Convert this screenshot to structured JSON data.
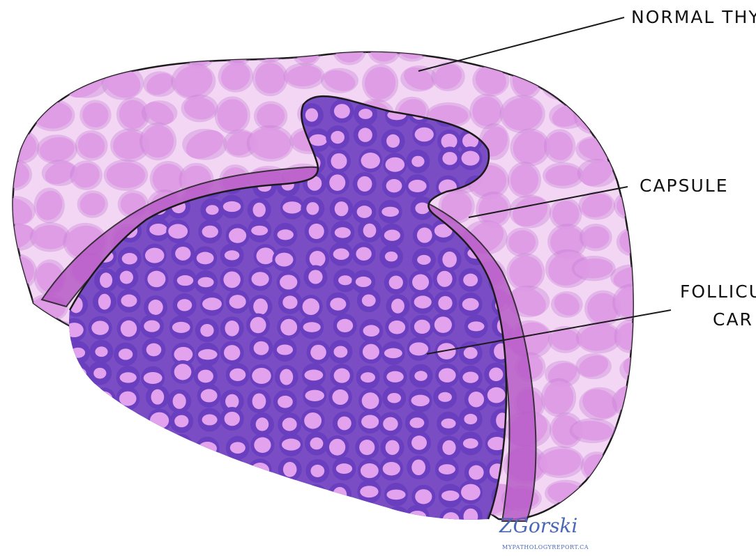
{
  "labels": {
    "normal": "NORMAL THY",
    "capsule": "CAPSULE",
    "follicular_1": "FOLLICU",
    "follicular_2": "CAR"
  },
  "signature": {
    "name": "ZGorski",
    "site": "MYPATHOLOGYREPORT.CA"
  },
  "colors": {
    "normal_tissue": "#f3d6f4",
    "normal_follicle": "#df9ae6",
    "colloid_spot": "#c27ad0",
    "capsule": "#b85cc8",
    "tumor_bg": "#7a4dc4",
    "tumor_cell": "#6a3fbf",
    "tumor_follicle": "#e3a2ee",
    "outline": "#1b1b1b",
    "signature": "#4a67b8"
  }
}
